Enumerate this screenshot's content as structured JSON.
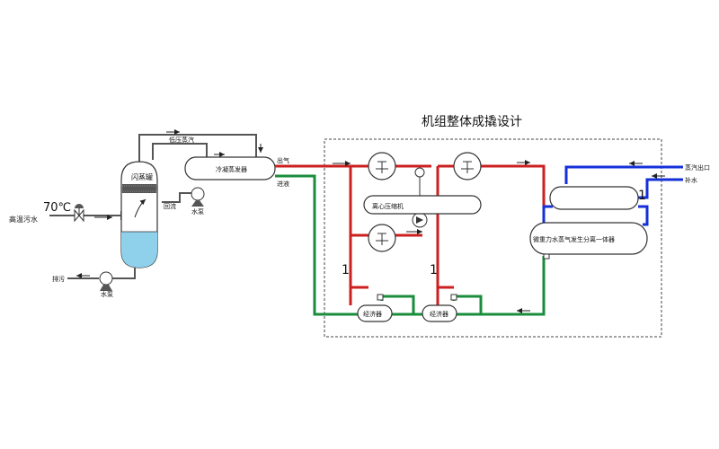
{
  "title": "机组整体成撬设计",
  "labels": {
    "hot_wastewater": "高温污水",
    "temperature": "70℃",
    "flash_tank": "闪蒸罐",
    "low_pressure_steam": "低压蒸汽",
    "condensing_evaporator": "冷凝蒸发器",
    "return_water": "回流",
    "water_pump_1": "水泵",
    "discharge": "排污",
    "water_pump_2": "水泵",
    "gas_out": "出气",
    "liquid_in": "进液",
    "centrifugal_compressor": "离心压缩机",
    "economizer_1": "经济器",
    "economizer_2": "经济器",
    "generator": "微重力水蒸气发生分离一体器",
    "steam_outlet": "蒸汽出口",
    "makeup_water": "补水",
    "stage_1": "1",
    "stage_2": "1",
    "stage_3": "1"
  },
  "colors": {
    "hot_line": "#cc1f1f",
    "cold_line": "#1a8c3c",
    "steam_line": "#1530d8",
    "process_line": "#555555",
    "water_fill": "#8fd0ea",
    "frame": "#444444"
  }
}
